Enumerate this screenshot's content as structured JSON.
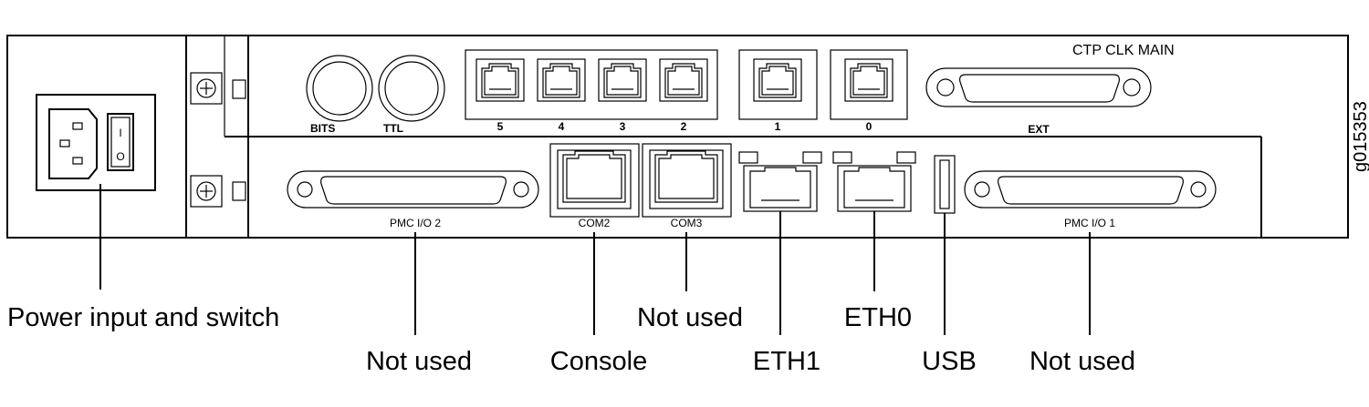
{
  "figure_id": "g015353",
  "panel": {
    "module_name": "CTP CLK MAIN",
    "bits_label": "BITS",
    "ttl_label": "TTL",
    "rj45_group_labels": [
      "5",
      "4",
      "3",
      "2"
    ],
    "port1_label": "1",
    "port0_label": "0",
    "ext_label": "EXT",
    "pmc_io2_label": "PMC I/O 2",
    "com2_label": "COM2",
    "com3_label": "COM3",
    "pmc_io1_label": "PMC I/O 1",
    "switch_on_symbol": "I",
    "switch_off_symbol": "O"
  },
  "callouts": {
    "power": "Power input and switch",
    "pmc_io2": "Not used",
    "console": "Console",
    "com3": "Not used",
    "eth1": "ETH1",
    "eth0": "ETH0",
    "usb": "USB",
    "pmc_io1": "Not used"
  }
}
